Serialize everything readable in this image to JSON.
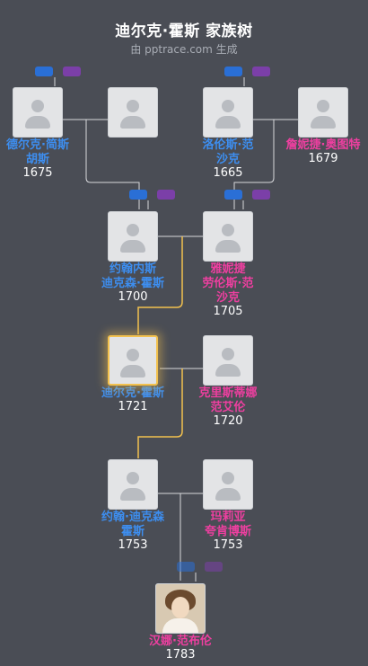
{
  "header": {
    "title": "迪尔克·霍斯 家族树",
    "subtitle": "由 pptrace.com 生成"
  },
  "colors": {
    "background": "#4a4d55",
    "male": "#3d8ef0",
    "female": "#ee3fa0",
    "highlight_line": "#f2c14e",
    "line": "#d8d9dc",
    "badge_blue": "#2a6fd6",
    "badge_purple": "#7b3fa8"
  },
  "people": [
    {
      "id": "p1",
      "name_lines": [
        "德尔克·简斯",
        "胡斯"
      ],
      "year": "1675",
      "gender": "male",
      "avatar": "placeholder-icon"
    },
    {
      "id": "p2",
      "name_lines": [],
      "year": "",
      "gender": "female",
      "avatar": "placeholder-icon"
    },
    {
      "id": "p3",
      "name_lines": [
        "洛伦斯·范",
        "沙克"
      ],
      "year": "1665",
      "gender": "male",
      "avatar": "placeholder-icon"
    },
    {
      "id": "p4",
      "name_lines": [
        "詹妮捷·奥图特"
      ],
      "year": "1679",
      "gender": "female",
      "avatar": "placeholder-icon"
    },
    {
      "id": "p5",
      "name_lines": [
        "约翰内斯",
        "迪克森·霍斯"
      ],
      "year": "1700",
      "gender": "male",
      "avatar": "placeholder-icon"
    },
    {
      "id": "p6",
      "name_lines": [
        "雅妮捷",
        "劳伦斯·范",
        "沙克"
      ],
      "year": "1705",
      "gender": "female",
      "avatar": "placeholder-icon"
    },
    {
      "id": "p7",
      "name_lines": [
        "迪尔克·霍斯"
      ],
      "year": "1721",
      "gender": "male",
      "avatar": "placeholder-icon",
      "selected": true
    },
    {
      "id": "p8",
      "name_lines": [
        "克里斯蒂娜",
        "范艾伦"
      ],
      "year": "1720",
      "gender": "female",
      "avatar": "placeholder-icon"
    },
    {
      "id": "p9",
      "name_lines": [
        "约翰·迪克森",
        "霍斯"
      ],
      "year": "1753",
      "gender": "male",
      "avatar": "placeholder-icon"
    },
    {
      "id": "p10",
      "name_lines": [
        "玛莉亚",
        "夸肯博斯"
      ],
      "year": "1753",
      "gender": "female",
      "avatar": "placeholder-icon"
    },
    {
      "id": "p11",
      "name_lines": [
        "汉娜·范布伦"
      ],
      "year": "1783",
      "gender": "female",
      "avatar": "portrait-photo"
    }
  ]
}
